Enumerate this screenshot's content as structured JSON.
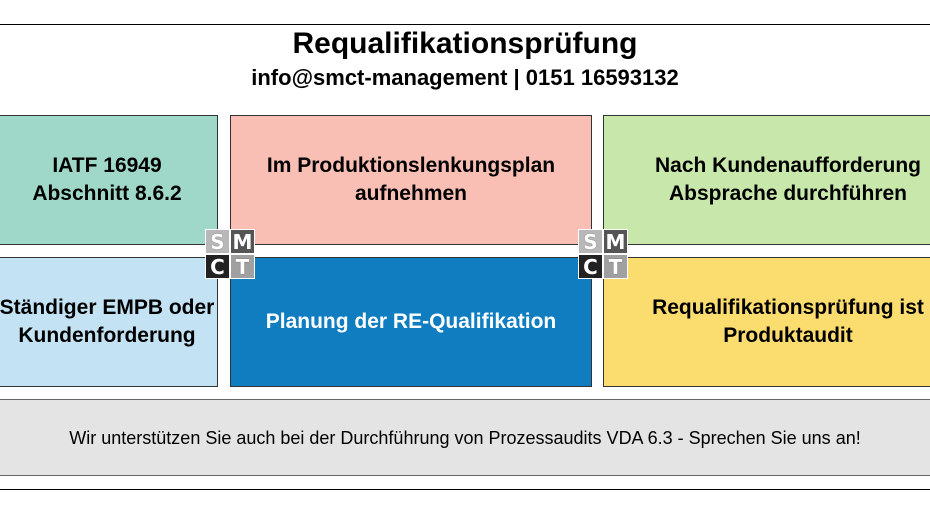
{
  "header": {
    "title": "Requalifikationsprüfung",
    "contact": "info@smct-management | 0151 16593132"
  },
  "boxes": [
    {
      "text": "IATF 16949\nAbschnitt 8.6.2",
      "color": "#9fd7c8"
    },
    {
      "text": "Im Produktionslenkungsplan\naufnehmen",
      "color": "#f9bfb4"
    },
    {
      "text": "Nach Kundenaufforderung\nAbsprache durchführen",
      "color": "#c7e7ab"
    },
    {
      "text": "Ständiger EMPB oder\nKundenforderung",
      "color": "#c3e2f4"
    },
    {
      "text": "Planung der RE-Qualifikation",
      "color": "#0f7dc0"
    },
    {
      "text": "Requalifikationsprüfung ist\nProduktaudit",
      "color": "#fbdc6e"
    }
  ],
  "logo": {
    "letters": [
      "S",
      "M",
      "C",
      "T"
    ]
  },
  "footer": {
    "text": "Wir unterstützen Sie auch bei der Durchführung von Prozessaudits VDA 6.3 - Sprechen Sie uns an!"
  }
}
